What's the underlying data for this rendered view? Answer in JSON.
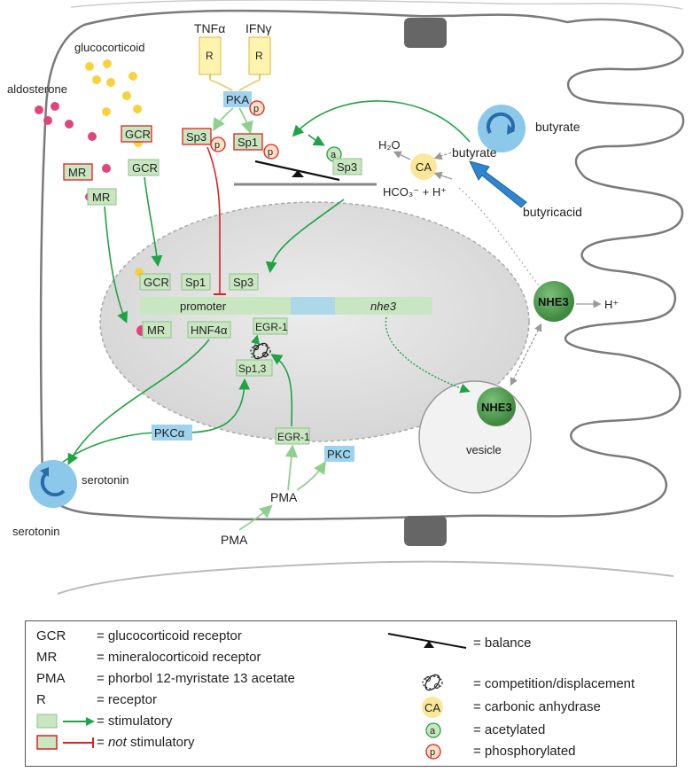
{
  "labels": {
    "tnfa": "TNFα",
    "ifng": "IFNγ",
    "receptor_r": "R",
    "pka": "PKA",
    "glucocorticoid": "glucocorticoid",
    "aldosterone": "aldosterone",
    "gcr": "GCR",
    "mr": "MR",
    "sp1": "Sp1",
    "sp3": "Sp3",
    "p": "p",
    "a": "a",
    "h2o": "H₂O",
    "ca": "CA",
    "bicarbonate": "HCO₃⁻ + H⁺",
    "butyrate_top": "butyrate",
    "butyrate_mid": "butyrate",
    "butyric_acid": "butyricacid",
    "promoter": "promoter",
    "nhe3_gene": "nhe3",
    "hnf4a": "HNF4α",
    "egr1": "EGR-1",
    "sp13": "Sp1,3",
    "pkca": "PKCα",
    "pkc": "PKC",
    "pma": "PMA",
    "nhe3": "NHE3",
    "hplus": "H⁺",
    "vesicle": "vesicle",
    "serotonin": "serotonin"
  },
  "legend": {
    "left": [
      {
        "abbr": "GCR",
        "desc": "= glucocorticoid receptor"
      },
      {
        "abbr": "MR",
        "desc": "= mineralocorticoid receptor"
      },
      {
        "abbr": "PMA",
        "desc": "= phorbol 12-myristate 13 acetate"
      },
      {
        "abbr": "R",
        "desc": "= receptor"
      },
      {
        "abbr": "",
        "desc": "= stimulatory"
      },
      {
        "abbr": "",
        "desc_prefix": "= ",
        "desc_italic": "not",
        "desc_suffix": " stimulatory"
      }
    ],
    "right": [
      {
        "desc": "= balance"
      },
      {
        "desc": "= competition/displacement"
      },
      {
        "symbol": "CA",
        "desc": "= carbonic anhydrase"
      },
      {
        "symbol": "a",
        "desc": "= acetylated"
      },
      {
        "symbol": "p",
        "desc": "= phosphorylated"
      }
    ]
  },
  "colors": {
    "green_arrow": "#1fa345",
    "red_line": "#e02020",
    "green_box": "#c8e6c0",
    "blue_box": "#9dd3ee",
    "yellow_box": "#fff3b0",
    "nucleus": "#e2e2e2",
    "nhe3": "#4a9a4a",
    "serotonin_dot": "#e0457a",
    "gluco_dot": "#f7d23e"
  }
}
